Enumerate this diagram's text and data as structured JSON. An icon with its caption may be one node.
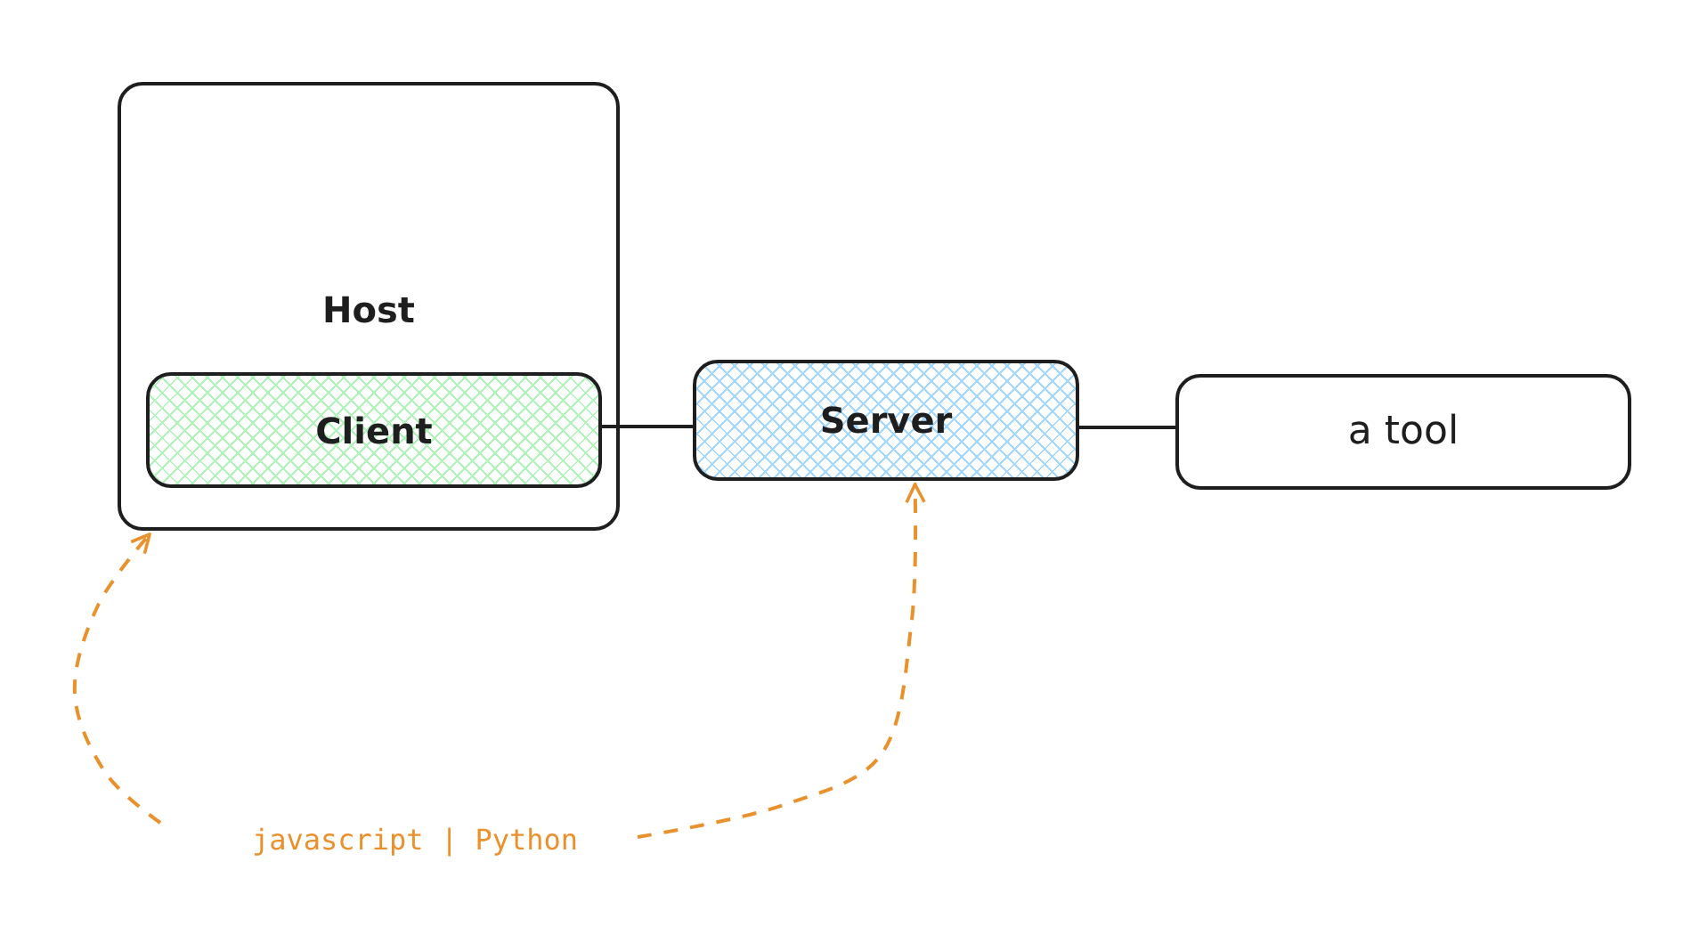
{
  "diagram": {
    "nodes": [
      {
        "text": [
          "Host"
        ]
      },
      {
        "text": [
          "Client"
        ],
        "in": 0
      },
      {
        "text": [
          "Server"
        ]
      },
      {
        "text": [
          "a tool"
        ]
      },
      {
        "text": [
          "javascript | Python"
        ]
      }
    ],
    "edges": [
      {
        "from": 1,
        "to": 2,
        "arrow": "none"
      },
      {
        "from": 2,
        "to": 3,
        "arrow": "none"
      },
      {
        "from": 4,
        "to": 0,
        "arrow": "to",
        "style": "dashed",
        "color": "#e8912d"
      },
      {
        "from": 4,
        "to": 2,
        "arrow": "to",
        "style": "dashed",
        "color": "#e8912d"
      }
    ]
  }
}
